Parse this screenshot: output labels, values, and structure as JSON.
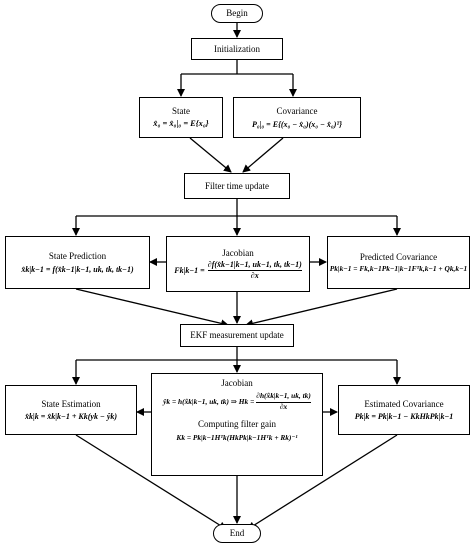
{
  "diagram": {
    "begin": "Begin",
    "initialization": "Initialization",
    "state_box": {
      "title": "State",
      "formula": "x̂₀ = x̂₀|₀ = E{x₀}"
    },
    "covariance_box": {
      "title": "Covariance",
      "formula": "P₀|₀ = E{(x₀ − x̂₀)(x₀ − x̂₀)ᵀ}"
    },
    "filter_time_update": "Filter time update",
    "state_prediction": {
      "title": "State Prediction",
      "formula": "x̂k|k−1 = f(x̂k−1|k−1, uk, tk, tk−1)"
    },
    "jacobian_top": {
      "title": "Jacobian",
      "formula_lhs": "Fk|k−1 =",
      "formula_num": "∂f(x̂k−1|k−1, uk−1, tk, tk−1)",
      "formula_den": "∂x"
    },
    "predicted_covariance": {
      "title": "Predicted Covariance",
      "formula": "Pk|k−1 = Fk,k−1Pk−1|k−1Fᵀk,k−1 + Qk,k−1"
    },
    "ekf_measurement_update": "EKF measurement update",
    "state_estimation": {
      "title": "State Estimation",
      "formula": "x̂k|k = x̂k|k−1 + Kk(yk − ŷk)"
    },
    "jacobian_bottom": {
      "title": "Jacobian",
      "formula_lhs": "ŷk = h(x̂k|k−1, uk, tk) ⇒ Hk =",
      "formula_num": "∂h(x̂k|k−1, uk, tk)",
      "formula_den": "∂x",
      "gain_title": "Computing filter gain",
      "gain_formula": "Kk = Pk|k−1Hᵀk(HkPk|k−1Hᵀk + Rk)⁻¹"
    },
    "estimated_covariance": {
      "title": "Estimated Covariance",
      "formula": "Pk|k = Pk|k−1 − KkHkPk|k−1"
    },
    "end": "End"
  }
}
